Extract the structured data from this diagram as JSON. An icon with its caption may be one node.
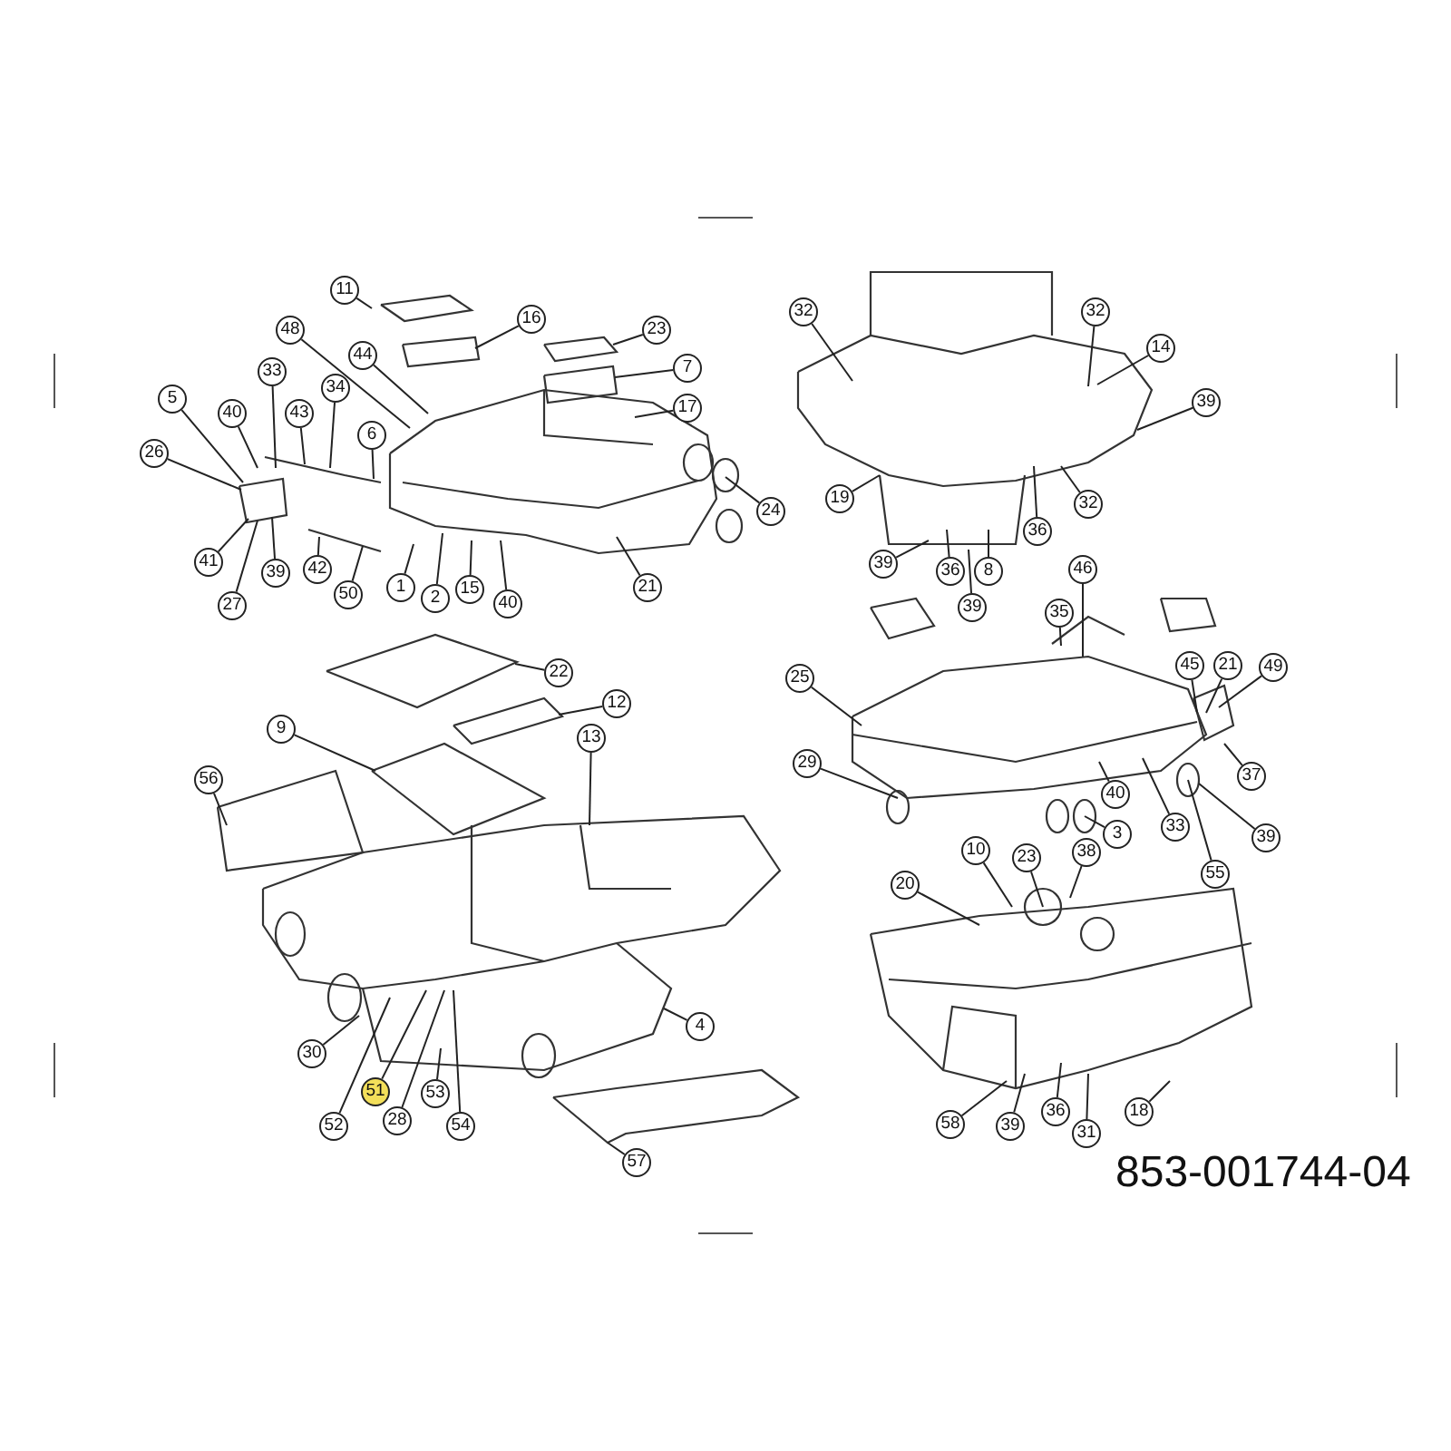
{
  "diagram": {
    "nodes": [
      {
        "text": [
          "11"
        ]
      },
      {
        "text": [
          "16"
        ]
      },
      {
        "text": [
          "48"
        ]
      },
      {
        "text": [
          "23"
        ]
      },
      {
        "text": [
          "44"
        ]
      },
      {
        "text": [
          "7"
        ]
      },
      {
        "text": [
          "33"
        ]
      },
      {
        "text": [
          "5"
        ]
      },
      {
        "text": [
          "34"
        ]
      },
      {
        "text": [
          "17"
        ]
      },
      {
        "text": [
          "40"
        ]
      },
      {
        "text": [
          "26"
        ]
      },
      {
        "text": [
          "43"
        ]
      },
      {
        "text": [
          "6"
        ]
      },
      {
        "text": [
          "24"
        ]
      },
      {
        "text": [
          "41"
        ]
      },
      {
        "text": [
          "39"
        ]
      },
      {
        "text": [
          "42"
        ]
      },
      {
        "text": [
          "50"
        ]
      },
      {
        "text": [
          "1"
        ]
      },
      {
        "text": [
          "2"
        ]
      },
      {
        "text": [
          "15"
        ]
      },
      {
        "text": [
          "40"
        ]
      },
      {
        "text": [
          "21"
        ]
      },
      {
        "text": [
          "27"
        ]
      },
      {
        "text": [
          "32"
        ]
      },
      {
        "text": [
          "32"
        ]
      },
      {
        "text": [
          "14"
        ]
      },
      {
        "text": [
          "39"
        ]
      },
      {
        "text": [
          "19"
        ]
      },
      {
        "text": [
          "36"
        ]
      },
      {
        "text": [
          "32"
        ]
      },
      {
        "text": [
          "39"
        ]
      },
      {
        "text": [
          "36"
        ]
      },
      {
        "text": [
          "8"
        ]
      },
      {
        "text": [
          "39"
        ]
      },
      {
        "text": [
          "46"
        ]
      },
      {
        "text": [
          "35"
        ]
      },
      {
        "text": [
          "45"
        ]
      },
      {
        "text": [
          "21"
        ]
      },
      {
        "text": [
          "49"
        ]
      },
      {
        "text": [
          "25"
        ]
      },
      {
        "text": [
          "29"
        ]
      },
      {
        "text": [
          "40"
        ]
      },
      {
        "text": [
          "33"
        ]
      },
      {
        "text": [
          "3"
        ]
      },
      {
        "text": [
          "37"
        ]
      },
      {
        "text": [
          "39"
        ]
      },
      {
        "text": [
          "55"
        ]
      },
      {
        "text": [
          "22"
        ]
      },
      {
        "text": [
          "12"
        ]
      },
      {
        "text": [
          "9"
        ]
      },
      {
        "text": [
          "13"
        ]
      },
      {
        "text": [
          "56"
        ]
      },
      {
        "text": [
          "30"
        ]
      },
      {
        "text": [
          "51"
        ]
      },
      {
        "text": [
          "52"
        ]
      },
      {
        "text": [
          "28"
        ]
      },
      {
        "text": [
          "53"
        ]
      },
      {
        "text": [
          "54"
        ]
      },
      {
        "text": [
          "4"
        ]
      },
      {
        "text": [
          "57"
        ]
      },
      {
        "text": [
          "10"
        ]
      },
      {
        "text": [
          "23"
        ]
      },
      {
        "text": [
          "38"
        ]
      },
      {
        "text": [
          "20"
        ]
      },
      {
        "text": [
          "58"
        ]
      },
      {
        "text": [
          "39"
        ]
      },
      {
        "text": [
          "36"
        ]
      },
      {
        "text": [
          "31"
        ]
      },
      {
        "text": [
          "18"
        ]
      },
      {
        "text": [],
        "shape": "picture"
      },
      {
        "text": [],
        "shape": "picture"
      },
      {
        "text": [],
        "shape": "picture"
      },
      {
        "text": [],
        "shape": "picture"
      },
      {
        "text": [],
        "shape": "picture"
      },
      {
        "text": [],
        "shape": "picture"
      },
      {
        "text": [],
        "shape": "picture"
      },
      {
        "text": [],
        "shape": "picture"
      },
      {
        "text": [],
        "shape": "picture"
      },
      {
        "text": [],
        "shape": "picture"
      },
      {
        "text": [],
        "shape": "picture"
      },
      {
        "text": [],
        "shape": "picture"
      },
      {
        "text": [],
        "shape": "picture"
      },
      {
        "text": [],
        "shape": "picture"
      },
      {
        "text": [],
        "shape": "picture"
      }
    ],
    "edges": [
      {
        "from": 0,
        "to": 71,
        "arrow": "none"
      },
      {
        "from": 1,
        "to": 72,
        "arrow": "none"
      },
      {
        "from": 2,
        "to": 75,
        "arrow": "none"
      },
      {
        "from": 3,
        "to": 73,
        "arrow": "none"
      },
      {
        "from": 4,
        "to": 75,
        "arrow": "none"
      },
      {
        "from": 5,
        "to": 74,
        "arrow": "none"
      },
      {
        "from": 6,
        "to": 76,
        "arrow": "none"
      },
      {
        "from": 7,
        "to": 76,
        "arrow": "none"
      },
      {
        "from": 8,
        "to": 76,
        "arrow": "none"
      },
      {
        "from": 9,
        "to": 75,
        "arrow": "none"
      },
      {
        "from": 10,
        "to": 76,
        "arrow": "none"
      },
      {
        "from": 11,
        "to": 76,
        "arrow": "none"
      },
      {
        "from": 12,
        "to": 76,
        "arrow": "none"
      },
      {
        "from": 13,
        "to": 76,
        "arrow": "none"
      },
      {
        "from": 14,
        "to": 75,
        "arrow": "none"
      },
      {
        "from": 15,
        "to": 76,
        "arrow": "none"
      },
      {
        "from": 16,
        "to": 76,
        "arrow": "none"
      },
      {
        "from": 17,
        "to": 76,
        "arrow": "none"
      },
      {
        "from": 18,
        "to": 76,
        "arrow": "none"
      },
      {
        "from": 19,
        "to": 75,
        "arrow": "none"
      },
      {
        "from": 20,
        "to": 75,
        "arrow": "none"
      },
      {
        "from": 21,
        "to": 75,
        "arrow": "none"
      },
      {
        "from": 22,
        "to": 75,
        "arrow": "none"
      },
      {
        "from": 23,
        "to": 75,
        "arrow": "none"
      },
      {
        "from": 24,
        "to": 76,
        "arrow": "none"
      },
      {
        "from": 25,
        "to": 77,
        "arrow": "none"
      },
      {
        "from": 26,
        "to": 77,
        "arrow": "none"
      },
      {
        "from": 27,
        "to": 77,
        "arrow": "none"
      },
      {
        "from": 28,
        "to": 77,
        "arrow": "none"
      },
      {
        "from": 29,
        "to": 77,
        "arrow": "none"
      },
      {
        "from": 30,
        "to": 77,
        "arrow": "none"
      },
      {
        "from": 31,
        "to": 77,
        "arrow": "none"
      },
      {
        "from": 32,
        "to": 77,
        "arrow": "none"
      },
      {
        "from": 33,
        "to": 77,
        "arrow": "none"
      },
      {
        "from": 34,
        "to": 77,
        "arrow": "none"
      },
      {
        "from": 35,
        "to": 77,
        "arrow": "none"
      },
      {
        "from": 36,
        "to": 78,
        "arrow": "none"
      },
      {
        "from": 37,
        "to": 78,
        "arrow": "none"
      },
      {
        "from": 38,
        "to": 78,
        "arrow": "none"
      },
      {
        "from": 39,
        "to": 78,
        "arrow": "none"
      },
      {
        "from": 40,
        "to": 78,
        "arrow": "none"
      },
      {
        "from": 41,
        "to": 78,
        "arrow": "none"
      },
      {
        "from": 42,
        "to": 78,
        "arrow": "none"
      },
      {
        "from": 43,
        "to": 78,
        "arrow": "none"
      },
      {
        "from": 44,
        "to": 78,
        "arrow": "none"
      },
      {
        "from": 45,
        "to": 78,
        "arrow": "none"
      },
      {
        "from": 46,
        "to": 78,
        "arrow": "none"
      },
      {
        "from": 47,
        "to": 78,
        "arrow": "none"
      },
      {
        "from": 48,
        "to": 78,
        "arrow": "none"
      },
      {
        "from": 49,
        "to": 79,
        "arrow": "none"
      },
      {
        "from": 50,
        "to": 80,
        "arrow": "none"
      },
      {
        "from": 51,
        "to": 81,
        "arrow": "none"
      },
      {
        "from": 52,
        "to": 83,
        "arrow": "none"
      },
      {
        "from": 53,
        "to": 82,
        "arrow": "none"
      },
      {
        "from": 54,
        "to": 83,
        "arrow": "none"
      },
      {
        "from": 55,
        "to": 83,
        "arrow": "none"
      },
      {
        "from": 56,
        "to": 83,
        "arrow": "none"
      },
      {
        "from": 57,
        "to": 83,
        "arrow": "none"
      },
      {
        "from": 58,
        "to": 83,
        "arrow": "none"
      },
      {
        "from": 59,
        "to": 83,
        "arrow": "none"
      },
      {
        "from": 60,
        "to": 83,
        "arrow": "none"
      },
      {
        "from": 61,
        "to": 84,
        "arrow": "none"
      },
      {
        "from": 62,
        "to": 85,
        "arrow": "none"
      },
      {
        "from": 63,
        "to": 85,
        "arrow": "none"
      },
      {
        "from": 64,
        "to": 85,
        "arrow": "none"
      },
      {
        "from": 65,
        "to": 85,
        "arrow": "none"
      },
      {
        "from": 66,
        "to": 85,
        "arrow": "none"
      },
      {
        "from": 67,
        "to": 85,
        "arrow": "none"
      },
      {
        "from": 68,
        "to": 85,
        "arrow": "none"
      },
      {
        "from": 69,
        "to": 85,
        "arrow": "none"
      },
      {
        "from": 70,
        "to": 85,
        "arrow": "none"
      }
    ],
    "labels": [
      "853-001744-04"
    ]
  }
}
